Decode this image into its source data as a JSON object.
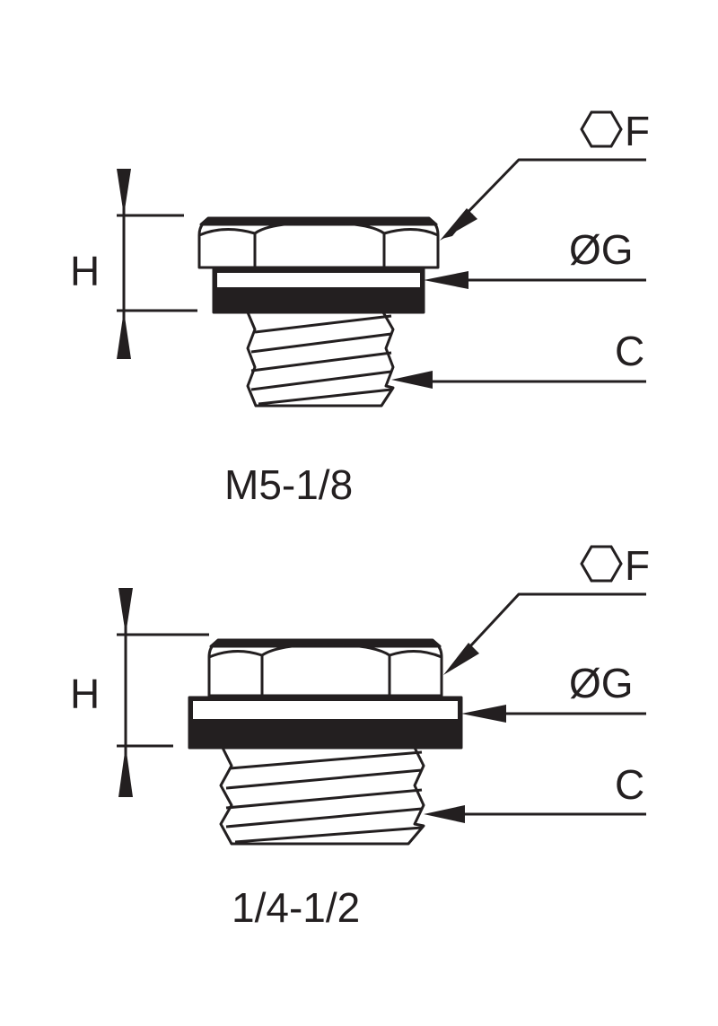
{
  "diagrams": [
    {
      "caption": "M5-1/8",
      "labels": {
        "hex": "F",
        "diameter": "ØG",
        "thread": "C",
        "height": "H"
      },
      "icon": "hexagon-outline-icon"
    },
    {
      "caption": "1/4-1/2",
      "labels": {
        "hex": "F",
        "diameter": "ØG",
        "thread": "C",
        "height": "H"
      },
      "icon": "hexagon-outline-icon"
    }
  ],
  "colors": {
    "ink": "#231f20",
    "paper": "#ffffff"
  }
}
